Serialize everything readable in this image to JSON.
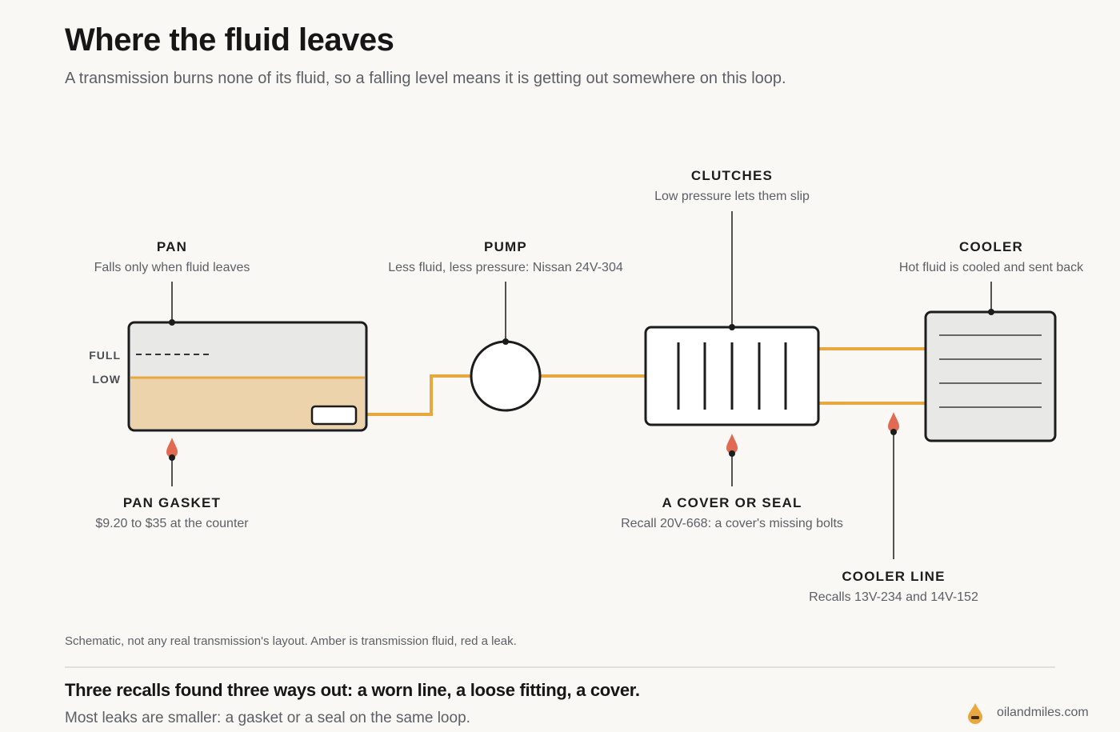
{
  "header": {
    "title": "Where the fluid leaves",
    "subtitle": "A transmission burns none of its fluid, so a falling level means it is getting out somewhere on this loop."
  },
  "components": {
    "pan": {
      "label": "PAN",
      "caption": "Falls only when fluid leaves"
    },
    "pump": {
      "label": "PUMP",
      "caption": "Less fluid, less pressure: Nissan 24V-304"
    },
    "clutches": {
      "label": "CLUTCHES",
      "caption": "Low pressure lets them slip"
    },
    "cooler": {
      "label": "COOLER",
      "caption": "Hot fluid is cooled and sent back"
    }
  },
  "levels": {
    "full": "FULL",
    "low": "LOW"
  },
  "leaks": {
    "pan_gasket": {
      "label": "PAN GASKET",
      "caption": "$9.20 to $35 at the counter"
    },
    "cover_seal": {
      "label": "A COVER OR SEAL",
      "caption": "Recall 20V-668: a cover's missing bolts"
    },
    "cooler_line": {
      "label": "COOLER LINE",
      "caption": "Recalls 13V-234 and 14V-152"
    }
  },
  "note": "Schematic, not any real transmission's layout. Amber is transmission fluid, red a leak.",
  "takeaway": {
    "headline": "Three recalls found three ways out: a worn line, a loose fitting, a cover.",
    "sub": "Most leaks are smaller: a gasket or a seal on the same loop."
  },
  "brand": {
    "name": "oilandmiles.com",
    "icon": "oil-drop-icon"
  },
  "colors": {
    "fluid": "#e9a73f",
    "fluid_fill": "#ecd3ab",
    "leak": "#e06b52",
    "outline": "#1c1c1c",
    "background": "#f9f8f5",
    "muted_text": "#5c5f66"
  }
}
